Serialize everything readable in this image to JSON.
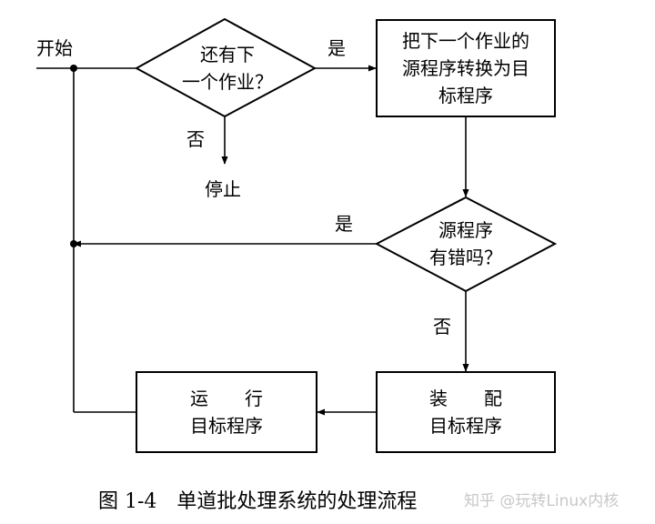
{
  "labels": {
    "start": "开始",
    "yes_top": "是",
    "no_top": "否",
    "stop": "停止",
    "yes_mid": "是",
    "no_mid": "否"
  },
  "nodes": {
    "decision_more_jobs": [
      "还有下",
      "一个作业？"
    ],
    "convert_box": [
      "把下一个作业的",
      "源程序转换为目",
      "标程序"
    ],
    "decision_errors": [
      "源程序",
      "有错吗？"
    ],
    "assemble_box": [
      "装　　配",
      "目标程序"
    ],
    "run_box": [
      "运　　行",
      "目标程序"
    ]
  },
  "caption": "图 1-4　单道批处理系统的处理流程",
  "watermark": "知乎 @玩转Linux内核"
}
